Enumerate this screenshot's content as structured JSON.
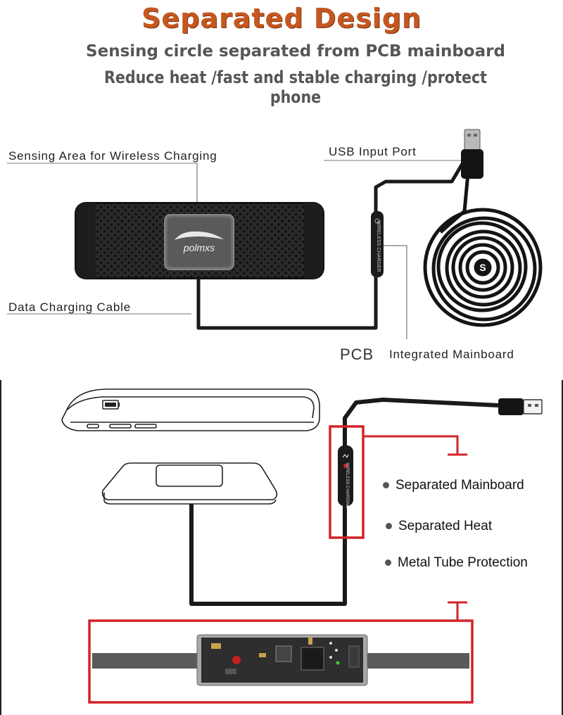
{
  "header": {
    "title": "Separated Design",
    "subtitle_1": "Sensing circle separated from PCB mainboard",
    "subtitle_2": "Reduce heat /fast and stable charging  /protect phone"
  },
  "diagram_top": {
    "labels": {
      "sensing_area": "Sensing Area for Wireless Charging",
      "usb_port": "USB Input Port",
      "data_cable": "Data Charging Cable",
      "pcb_prefix": "PCB",
      "pcb_suffix": "Integrated Mainboard"
    },
    "brand_logo": "polmxs",
    "module_text": "WIRELESS CHARGER",
    "coil_icon": "s-logo-icon"
  },
  "diagram_bottom": {
    "bullets": [
      "Separated Mainboard",
      "Separated Heat",
      "Metal Tube Protection"
    ],
    "module_text": "WIRELESS CHARGING",
    "colors": {
      "highlight": "#d2232a",
      "cable": "#1a1a1a"
    }
  }
}
